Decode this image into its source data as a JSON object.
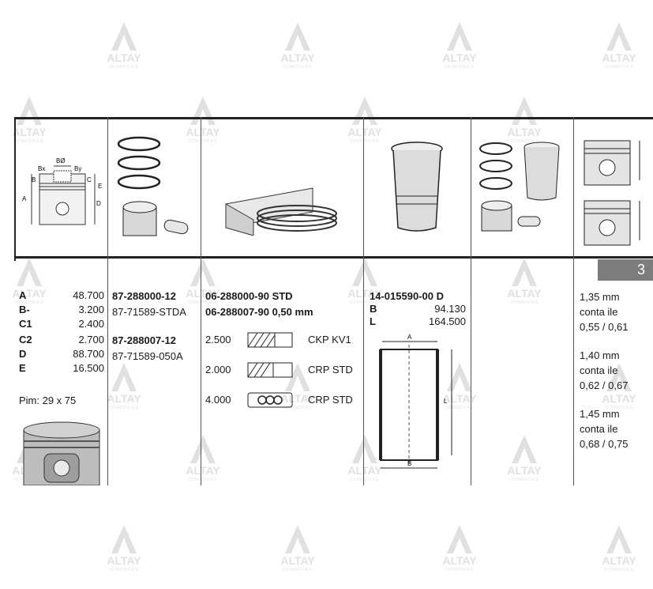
{
  "watermark": {
    "brand": "ALTAY",
    "sub": "OTOMOTIV A.S."
  },
  "section_tab": "3",
  "diagram_labels": {
    "bo": "BØ",
    "bx": "Bx",
    "by": "By",
    "b": "B",
    "c": "C",
    "e": "E",
    "a": "A",
    "d": "D"
  },
  "dimensions": [
    {
      "key": "A",
      "value": "48.700"
    },
    {
      "key": "B-",
      "value": "3.200"
    },
    {
      "key": "C1",
      "value": "2.400"
    },
    {
      "key": "C2",
      "value": "2.700"
    },
    {
      "key": "D",
      "value": "88.700"
    },
    {
      "key": "E",
      "value": "16.500"
    }
  ],
  "pin": "Pim: 29 x 75",
  "piston_codes": {
    "code1": "87-288000-12",
    "code1_sub": "87-71589-STDA",
    "code2": "87-288007-12",
    "code2_sub": "87-71589-050A"
  },
  "ring_set": {
    "code_std": "06-288000-90 STD",
    "code_oversize": "06-288007-90 0,50 mm",
    "rings": [
      {
        "thickness": "2.500",
        "type": "CKP  KV1"
      },
      {
        "thickness": "2.000",
        "type": "CRP  STD"
      },
      {
        "thickness": "4.000",
        "type": "CRP  STD"
      }
    ]
  },
  "liner": {
    "code": "14-015590-00 D",
    "b_label": "B",
    "b_value": "94.130",
    "l_label": "L",
    "l_value": "164.500",
    "drawing_labels": {
      "a": "A",
      "b": "B",
      "l": "L"
    }
  },
  "gasket_options": [
    {
      "thickness": "1,35 mm",
      "label": "conta ile",
      "range": "0,55 / 0,61"
    },
    {
      "thickness": "1,40 mm",
      "label": "conta ile",
      "range": "0,62 / 0,67"
    },
    {
      "thickness": "1,45 mm",
      "label": "conta ile",
      "range": "0,68 / 0,75"
    }
  ]
}
